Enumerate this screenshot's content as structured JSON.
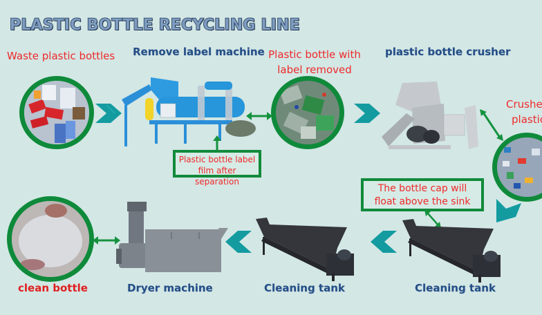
{
  "title": "PLASTIC BOTTLE RECYCLING LINE",
  "colors": {
    "background": "#d3e7e5",
    "red_label": "#ee2a2a",
    "blue_label": "#244f86",
    "green_ring": "#0e8a3a",
    "teal_arrow": "#139ba0"
  },
  "steps": [
    {
      "label": "Waste plastic bottles",
      "kind": "material"
    },
    {
      "label": "Remove label machine",
      "kind": "machine"
    },
    {
      "label_line1": "Plastic bottle with",
      "label_line2": "label removed",
      "kind": "material"
    },
    {
      "label": "plastic bottle crusher",
      "kind": "machine"
    },
    {
      "label_line1": "Crushed",
      "label_line2": "plastic",
      "kind": "material"
    },
    {
      "label": "Cleaning tank",
      "kind": "machine"
    },
    {
      "label": "Cleaning tank",
      "kind": "machine"
    },
    {
      "label": "Dryer machine",
      "kind": "machine"
    },
    {
      "label": "clean bottle",
      "kind": "material"
    }
  ],
  "callouts": {
    "label_film_line1": "Plastic bottle label",
    "label_film_line2": "film after separation",
    "bottle_cap_line1": "The bottle cap will",
    "bottle_cap_line2": "float above the sink"
  }
}
